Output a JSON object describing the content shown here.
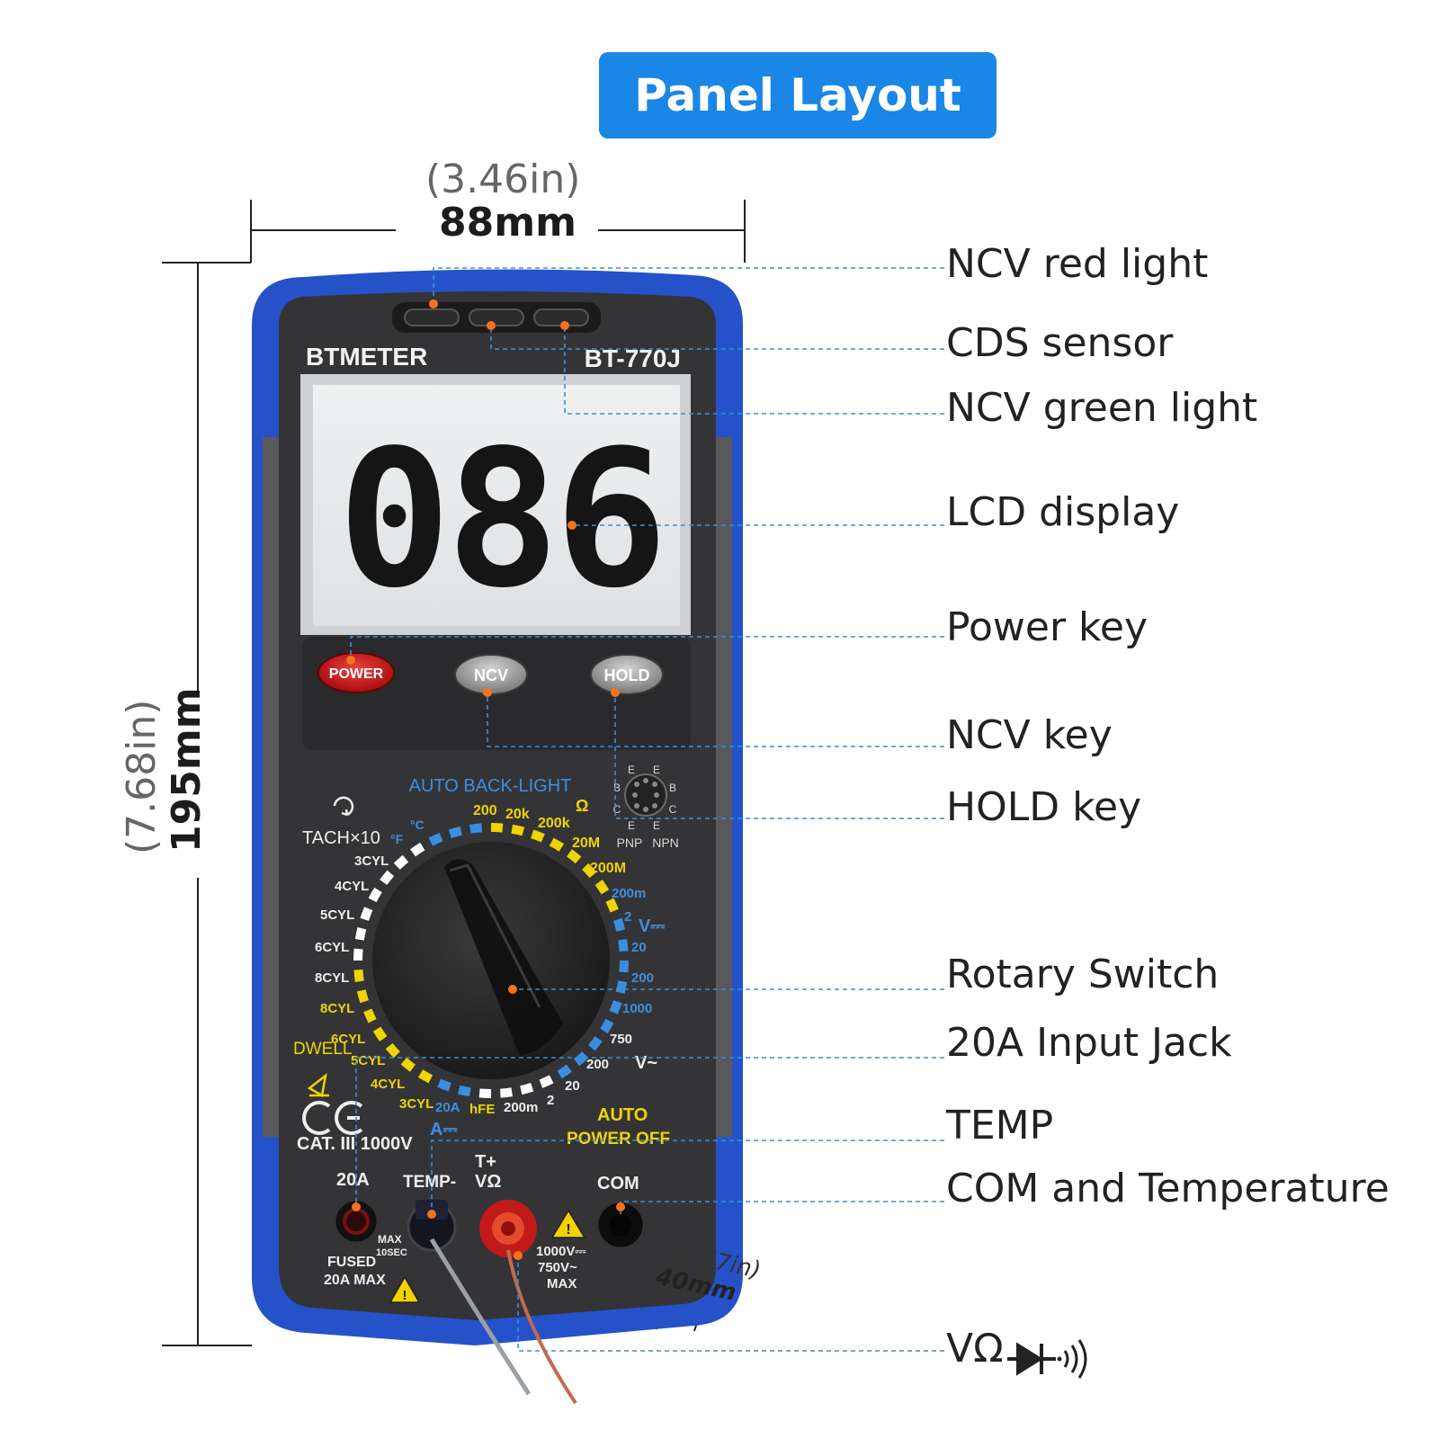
{
  "title": "Panel Layout",
  "dimensions": {
    "width_in": "(3.46in)",
    "width_mm": "88mm",
    "height_in": "(7.68in)",
    "height_mm": "195mm",
    "depth_in": "(1.57in)",
    "depth_mm": "40mm"
  },
  "callouts": [
    "NCV red light",
    "CDS sensor",
    "NCV green light",
    "LCD display",
    "Power key",
    "NCV key",
    "HOLD key",
    "Rotary Switch",
    "20A Input Jack",
    "TEMP",
    "COM and Temperature",
    "VΩ"
  ],
  "device": {
    "brand": "BTMETER",
    "model": "BT-770J",
    "lcd_reading": "086",
    "keys": {
      "power": "POWER",
      "ncv": "NCV",
      "hold": "HOLD"
    },
    "auto_backlight": "AUTO BACK-LIGHT",
    "auto_power_off": [
      "AUTO",
      "POWER OFF"
    ],
    "cat_rating": "CAT. III 1000V",
    "tach": "TACH×10",
    "dwell": "DWELL",
    "ce": "CE",
    "transistor": {
      "pnp": "PNP",
      "npn": "NPN",
      "pins": [
        "E",
        "E",
        "B",
        "B",
        "C",
        "C",
        "E",
        "E"
      ]
    },
    "dial_left": [
      "3CYL",
      "4CYL",
      "5CYL",
      "6CYL",
      "8CYL",
      "8CYL",
      "6CYL",
      "5CYL",
      "4CYL",
      "3CYL"
    ],
    "dial_top": [
      "°F",
      "°C",
      "200",
      "20k",
      "200k",
      "Ω",
      "20M",
      "200M"
    ],
    "dial_right": [
      "200m",
      "2",
      "20",
      "200",
      "1000",
      "750",
      "200",
      "20",
      "2",
      "200m"
    ],
    "dial_bottom": [
      "20A",
      "hFE"
    ],
    "unit_dcv": "V⎓",
    "unit_acv": "V~",
    "unit_dca": "A⎓",
    "jack_labels": {
      "j20a": "20A",
      "fused": [
        "FUSED",
        "20A MAX"
      ],
      "max": [
        "MAX",
        "10SEC"
      ],
      "temp": "TEMP-",
      "vohm": [
        "T+",
        "VΩ"
      ],
      "com": "COM",
      "volt_max": [
        "1000V⎓",
        "750V~",
        "MAX"
      ]
    }
  }
}
